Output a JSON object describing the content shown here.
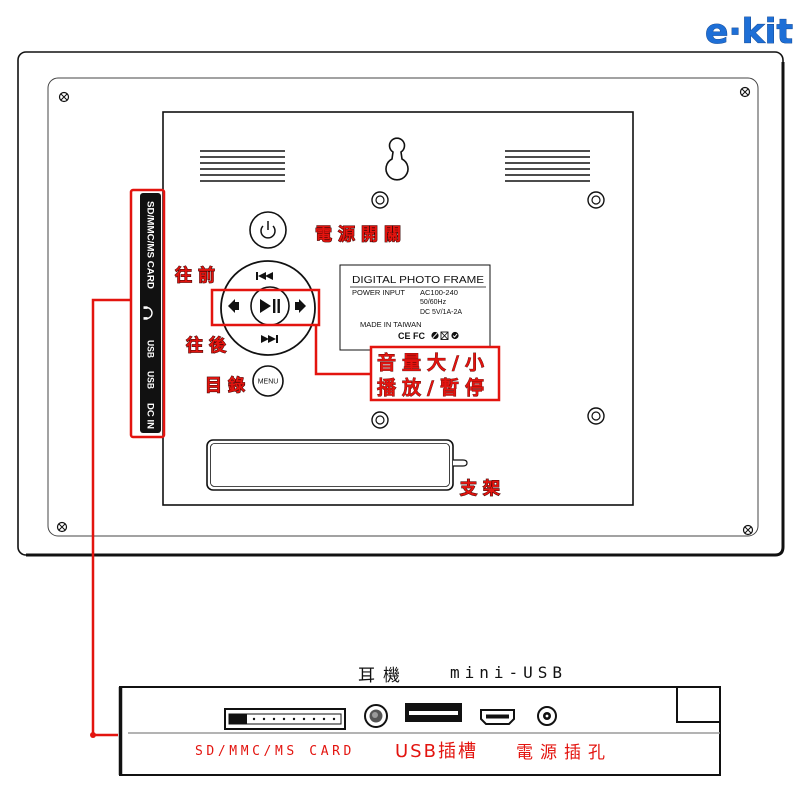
{
  "brand": {
    "logo_text": "e·kit"
  },
  "colors": {
    "annotation_red": "#e3140f",
    "brand_blue": "#1e6fd6",
    "ink": "#111111",
    "divider_gray": "#9a9a9a"
  },
  "back_panel": {
    "callouts": {
      "power_switch": "電源開關",
      "previous": "往前",
      "next": "往後",
      "menu": "目錄",
      "stand": "支架"
    },
    "volume_play_callout": {
      "line1": "音量大/小",
      "line2": "播放/暫停"
    },
    "menu_button_label": "MENU",
    "rating_plate": {
      "title": "DIGITAL PHOTO FRAME",
      "power_input_label": "POWER INPUT",
      "power_input_value": "AC100-240",
      "frequency": "50/60Hz",
      "dc_rating": "DC 5V/1A-2A",
      "origin": "MADE IN TAIWAN",
      "ce_mark": "CE",
      "fc_mark": "FC"
    },
    "side_port_labels": [
      "SD/MMC/MS CARD",
      "USB",
      "USB",
      "DC IN"
    ]
  },
  "port_strip": {
    "top_labels": {
      "earphone": "耳機",
      "mini_usb": "mini-USB"
    },
    "bottom_labels": {
      "card_slot": "SD/MMC/MS CARD",
      "usb_slot": "USB插槽",
      "power_jack": "電源插孔"
    }
  },
  "icons": {
    "power_button": "power-icon",
    "previous": "skip-previous-icon",
    "next": "skip-next-icon",
    "play_pause": "play-pause-icon",
    "volume_down": "volume-down-icon",
    "volume_up": "volume-up-icon",
    "keyhole": "keyhole-icon",
    "earphone": "headphone-icon",
    "compliance": [
      "rohs-icon",
      "weee-bin-icon",
      "check-circle-icon"
    ]
  }
}
